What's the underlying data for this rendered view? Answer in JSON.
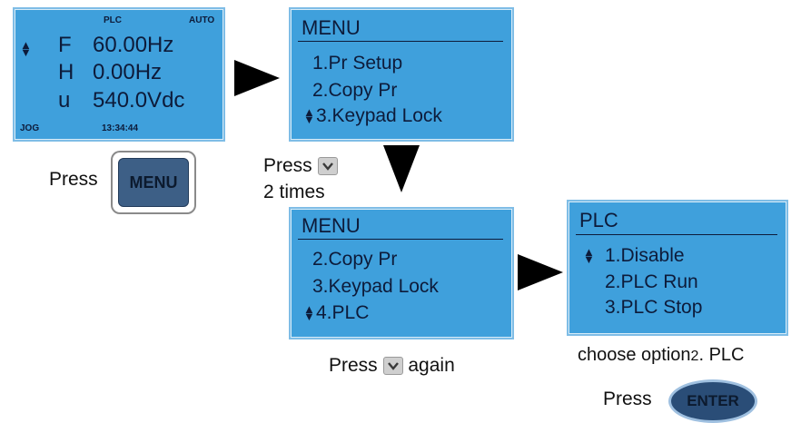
{
  "screen1": {
    "top_plc": "PLC",
    "top_auto": "AUTO",
    "rows": [
      {
        "letter": "F",
        "value": "60.00Hz"
      },
      {
        "letter": "H",
        "value": "0.00Hz"
      },
      {
        "letter": "u",
        "value": "540.0Vdc"
      }
    ],
    "bottom_jog": "JOG",
    "bottom_time": "13:34:44"
  },
  "screen2": {
    "title": "MENU",
    "items": [
      "1.Pr Setup",
      "2.Copy Pr",
      "3.Keypad Lock"
    ]
  },
  "screen3": {
    "title": "MENU",
    "items": [
      "2.Copy Pr",
      "3.Keypad Lock",
      "4.PLC"
    ]
  },
  "screen4": {
    "title": "PLC",
    "items": [
      "1.Disable",
      "2.PLC Run",
      "3.PLC Stop"
    ]
  },
  "captions": {
    "press_menu": "Press",
    "menu_key": "MENU",
    "press_down_1": "Press",
    "times": "2 times",
    "press_again_a": "Press",
    "press_again_b": "again",
    "choose_a": "choose option",
    "choose_num": "2",
    "choose_b": ". PLC",
    "press_enter": "Press",
    "enter_key": "ENTER"
  }
}
